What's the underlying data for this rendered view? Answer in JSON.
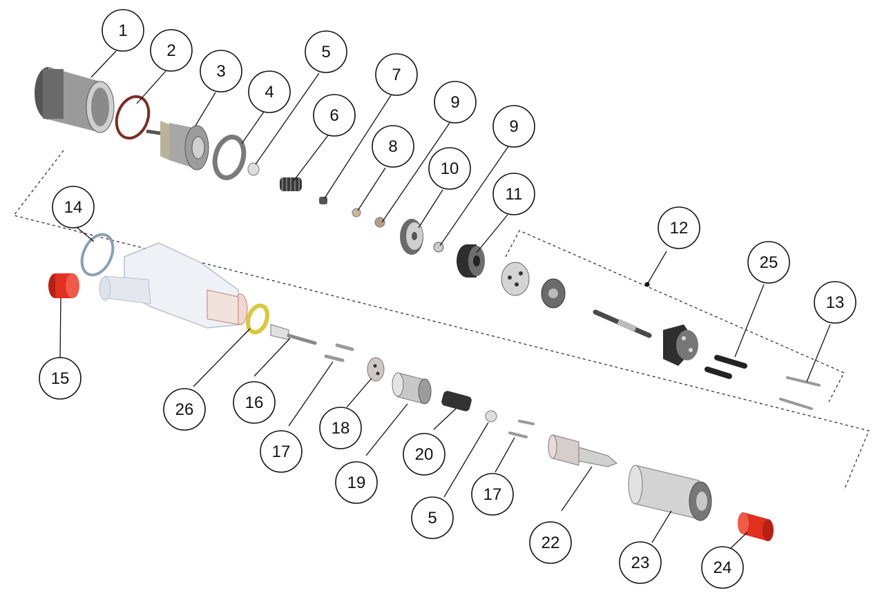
{
  "diagram": {
    "parts": [
      {
        "number": "1",
        "kind": "nut-cap"
      },
      {
        "number": "2",
        "kind": "o-ring"
      },
      {
        "number": "3",
        "kind": "solenoid-connector"
      },
      {
        "number": "4",
        "kind": "washer"
      },
      {
        "number": "5",
        "kind": "small-ball"
      },
      {
        "number": "6",
        "kind": "spring"
      },
      {
        "number": "7",
        "kind": "armature-pin"
      },
      {
        "number": "8",
        "kind": "small-bead"
      },
      {
        "number": "9",
        "kind": "small-bead"
      },
      {
        "number": "10",
        "kind": "shim-disc"
      },
      {
        "number": "9",
        "kind": "small-ring"
      },
      {
        "number": "11",
        "kind": "armature-disc"
      },
      {
        "number": "12",
        "kind": "valve-assembly-group"
      },
      {
        "number": "25",
        "kind": "screws"
      },
      {
        "number": "13",
        "kind": "dowel-pins"
      },
      {
        "number": "14",
        "kind": "o-ring"
      },
      {
        "number": "15",
        "kind": "red-cap"
      },
      {
        "number": "26",
        "kind": "yellow-washer"
      },
      {
        "number": "16",
        "kind": "plunger"
      },
      {
        "number": "17",
        "kind": "pins"
      },
      {
        "number": "18",
        "kind": "intermediate-plate"
      },
      {
        "number": "19",
        "kind": "spring-holder"
      },
      {
        "number": "20",
        "kind": "spring"
      },
      {
        "number": "5",
        "kind": "small-ball"
      },
      {
        "number": "17",
        "kind": "pins"
      },
      {
        "number": "22",
        "kind": "nozzle"
      },
      {
        "number": "23",
        "kind": "nozzle-nut"
      },
      {
        "number": "24",
        "kind": "red-cap"
      }
    ],
    "colors": {
      "line": "#111111",
      "metal_dark": "#3a3a3a",
      "metal_mid": "#8c8c8c",
      "metal_light": "#d8d8d8",
      "red_cap": "#e0301e",
      "yellow_washer": "#d9c93a",
      "body_translucent": "#e8ecf2",
      "o_ring_brown": "#7a2e22"
    }
  }
}
